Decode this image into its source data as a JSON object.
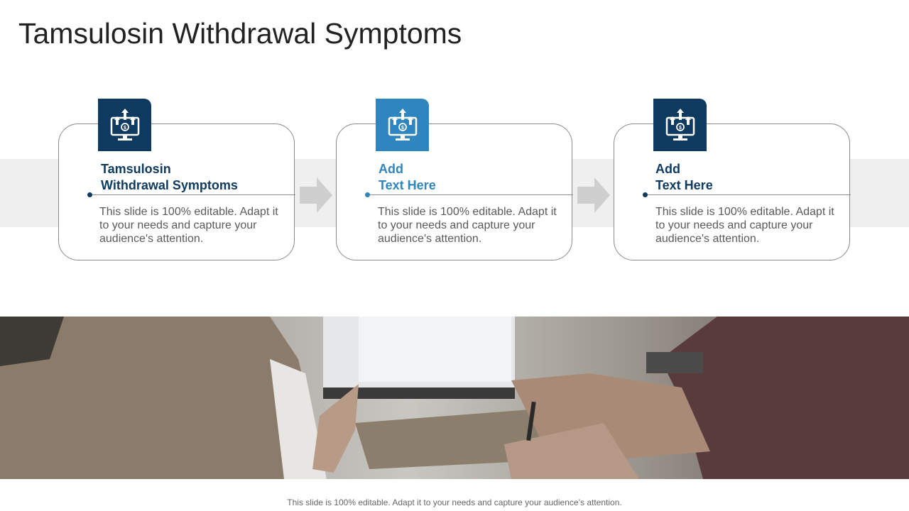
{
  "title": "Tamsulosin Withdrawal Symptoms",
  "colors": {
    "dark_blue": "#0f3a5f",
    "light_blue": "#2f86bf",
    "band": "#efefef",
    "arrow": "#cfcfcf"
  },
  "cards": [
    {
      "heading": "Tamsulosin\nWithdrawal Symptoms",
      "body": "This slide is 100% editable. Adapt it to your needs and capture your audience's attention.",
      "icon": "monitor-dollar-growth-icon",
      "accent": "dark_blue"
    },
    {
      "heading": "Add\nText Here",
      "body": "This slide is 100% editable. Adapt it to your needs and capture your audience's attention.",
      "icon": "monitor-dollar-growth-icon",
      "accent": "light_blue"
    },
    {
      "heading": "Add\nText Here",
      "body": "This slide is 100% editable. Adapt it to your needs and capture your audience's attention.",
      "icon": "monitor-dollar-growth-icon",
      "accent": "dark_blue"
    }
  ],
  "footer": "This slide is 100% editable. Adapt it to your needs and capture your audience’s attention."
}
